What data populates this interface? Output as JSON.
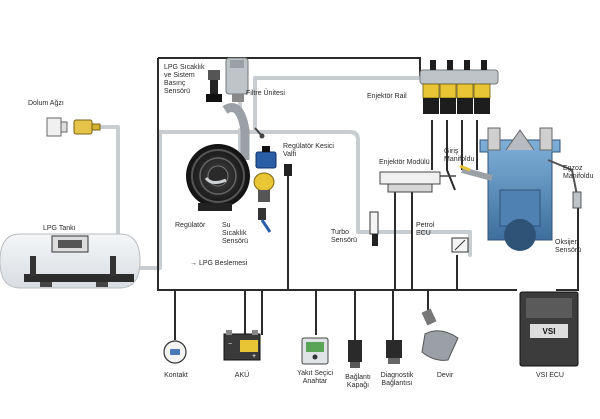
{
  "labels": {
    "dolum_agzi": "Dolum Ağzı",
    "lpg_tanki": "LPG Tankı",
    "lpg_sicaklik": "LPG Sıcaklık\nve Sistem\nBasınç\nSensörü",
    "filtre": "Filtre Ünitesi",
    "enjektor_rail": "Enjektör Rail",
    "regulator_kesici": "Regülatör Kesici\nValfi",
    "enjektor_modulu": "Enjektör Modülü",
    "giris_manifoldu": "Giriş\nManifoldu",
    "egzoz_manifoldu": "Egzoz\nManifoldu",
    "regulator": "Regülatör",
    "su_sicaklik": "Su\nSıcaklık\nSensörü",
    "turbo_sensoru": "Turbo\nSensörü",
    "petrol_ecu": "Petrol\nECU",
    "oksijen_sensoru": "Oksijen\nSensörü",
    "lpg_beslemesi": "LPG Beslemesi",
    "kontakt": "Kontakt",
    "aku": "AKÜ",
    "yakit_secici": "Yakıt Seçici\nAnahtar",
    "baglanti_kapagi": "Bağlantı\nKapağı",
    "diagnostik": "Diagnostik\nBağlantısı",
    "devir": "Devir",
    "vsi_ecu": "VSI ECU"
  },
  "colors": {
    "wire": "#2b2b2b",
    "pipe": "#c8cdd2",
    "engine_blue": "#5b8fbf",
    "injector_yellow": "#e8c534",
    "valve_blue": "#2a5fa8"
  },
  "arrow_glyph": "→"
}
